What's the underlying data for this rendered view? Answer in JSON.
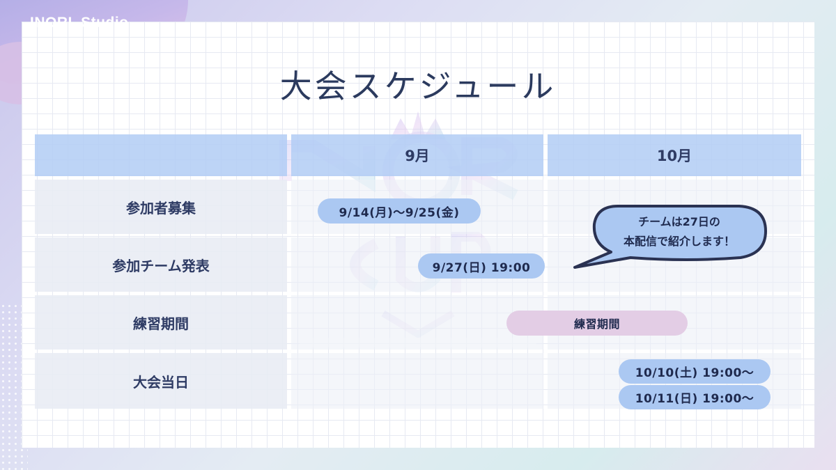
{
  "brand": "INORI  Studio",
  "title": "大会スケジュール",
  "table": {
    "columns": [
      "",
      "9月",
      "10月"
    ],
    "rows": [
      "参加者募集",
      "参加チーム発表",
      "練習期間",
      "大会当日"
    ]
  },
  "events": {
    "recruit": "9/14(月)〜9/25(金)",
    "announce": "9/27(日) 19:00",
    "practice": "練習期間",
    "day1": "10/10(土) 19:00〜",
    "day2": "10/11(日) 19:00〜"
  },
  "bubble": {
    "line1": "チームは27日の",
    "line2": "本配信で紹介します！"
  },
  "colors": {
    "header": "#b2ccf5",
    "pill": "#abc8f2",
    "pill_pink": "#e3cde5",
    "title": "#2b3a5e"
  }
}
